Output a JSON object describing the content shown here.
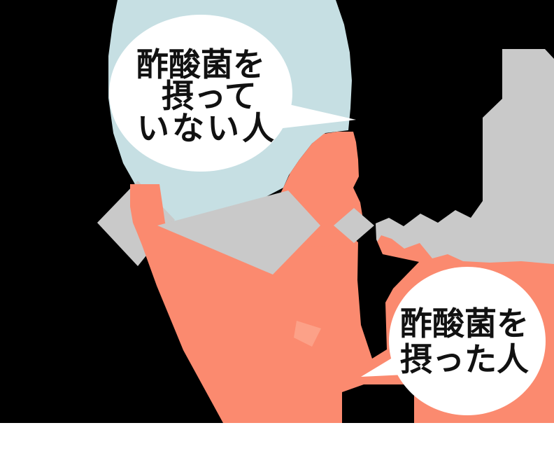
{
  "colors": {
    "background": "#000000",
    "light_blue": "#c6dfe3",
    "salmon": "#fb8a6f",
    "salmon_light": "#fca188",
    "gray": "#c9c9c9",
    "white": "#ffffff",
    "text": "#111111"
  },
  "bubble_not_taken": {
    "line1": "酢酸菌を",
    "line2": "摂って",
    "line3": "いない人"
  },
  "bubble_taken": {
    "line1": "酢酸菌を",
    "line2": "摂った人"
  }
}
